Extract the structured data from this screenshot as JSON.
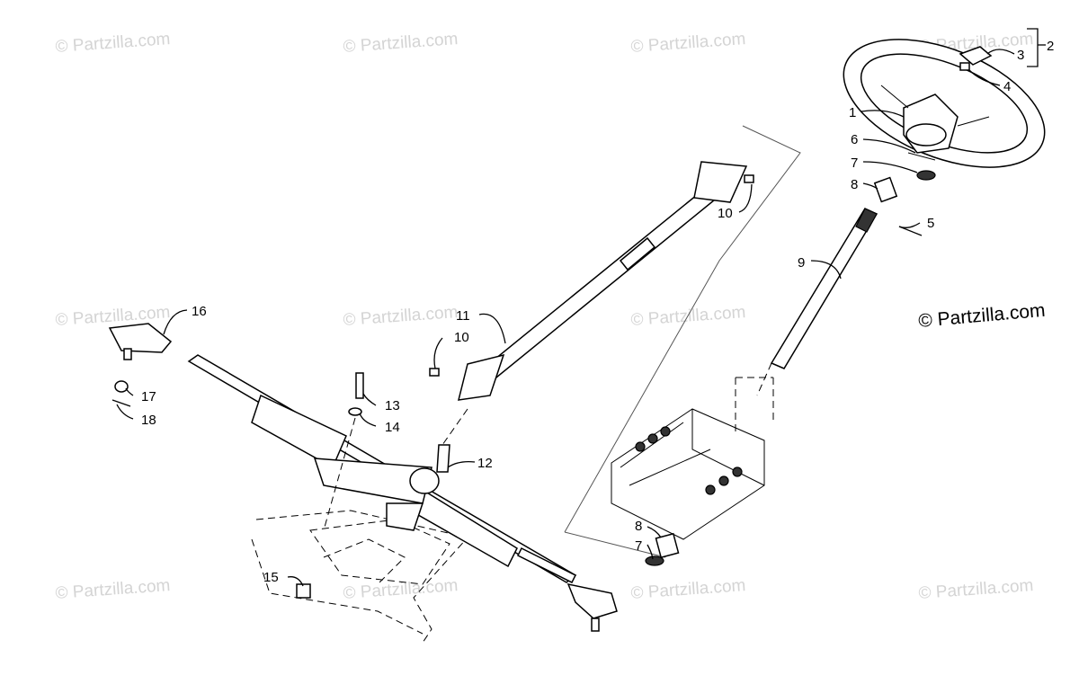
{
  "watermark": {
    "repeated_text": "© Partzilla.com",
    "main_text": "© Partzilla.com"
  },
  "callouts": [
    {
      "id": "c1",
      "label": "1"
    },
    {
      "id": "c2",
      "label": "2"
    },
    {
      "id": "c3",
      "label": "3"
    },
    {
      "id": "c4",
      "label": "4"
    },
    {
      "id": "c5",
      "label": "5"
    },
    {
      "id": "c6",
      "label": "6"
    },
    {
      "id": "c7a",
      "label": "7"
    },
    {
      "id": "c7b",
      "label": "7"
    },
    {
      "id": "c8a",
      "label": "8"
    },
    {
      "id": "c8b",
      "label": "8"
    },
    {
      "id": "c9",
      "label": "9"
    },
    {
      "id": "c10a",
      "label": "10"
    },
    {
      "id": "c10b",
      "label": "10"
    },
    {
      "id": "c11",
      "label": "11"
    },
    {
      "id": "c12",
      "label": "12"
    },
    {
      "id": "c13",
      "label": "13"
    },
    {
      "id": "c14",
      "label": "14"
    },
    {
      "id": "c15",
      "label": "15"
    },
    {
      "id": "c16",
      "label": "16"
    },
    {
      "id": "c17",
      "label": "17"
    },
    {
      "id": "c18",
      "label": "18"
    }
  ]
}
